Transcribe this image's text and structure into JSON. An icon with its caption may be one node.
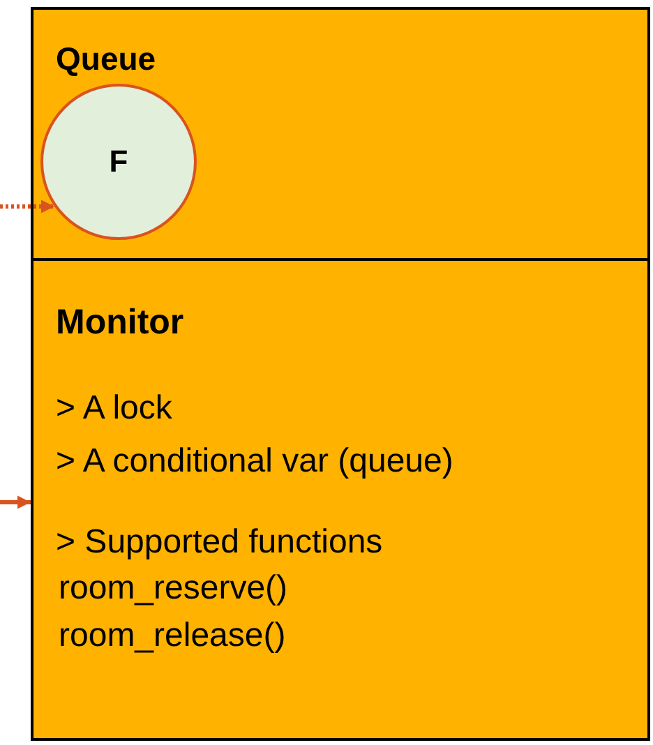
{
  "diagram": {
    "nodes": [
      {
        "text": [
          "Queue"
        ]
      },
      {
        "text": [
          "F"
        ],
        "in": 0
      },
      {
        "text": [
          "Monitor",
          "> A lock",
          "> A conditional var (queue)",
          "> Supported functions",
          "room_reserve()",
          "room_release()"
        ]
      }
    ],
    "edges": [
      {
        "from": null,
        "to": 1,
        "arrow": "to",
        "style": "dashed"
      },
      {
        "from": null,
        "to": 2,
        "arrow": "to"
      }
    ]
  }
}
